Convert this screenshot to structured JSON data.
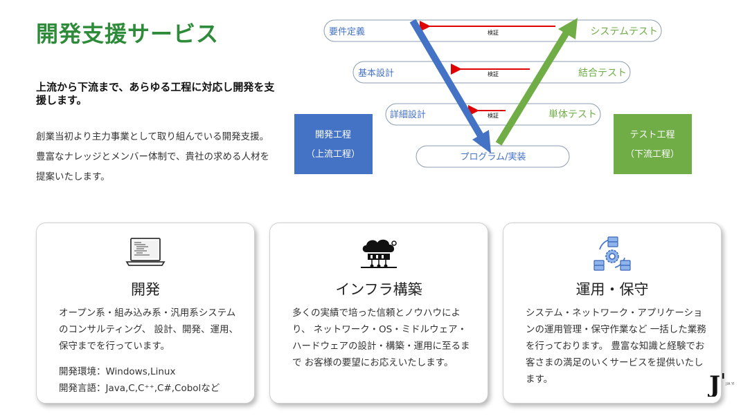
{
  "header": {
    "title": "開発支援サービス",
    "lead": "上流から下流まで、あらゆる工程に対応し開発を支援します。",
    "intro": "創業当初より主力事業として取り組んでいる開発支援。 豊富なナレッジとメンバー体制で、貴社の求める人材を提案いたします。"
  },
  "vmodel": {
    "left_stages": [
      "要件定義",
      "基本設計",
      "詳細設計"
    ],
    "right_stages": [
      "システムテスト",
      "結合テスト",
      "単体テスト"
    ],
    "bottom_stage": "プログラム/実装",
    "verify_label": "検証",
    "left_box": {
      "line1": "開発工程",
      "line2": "（上流工程）",
      "color": "#4472c4"
    },
    "right_box": {
      "line1": "テスト工程",
      "line2": "（下流工程）",
      "color": "#70ad47"
    },
    "down_arrow_color": "#4472c4",
    "up_arrow_color": "#70ad47",
    "verify_arrow_color": "#e00000"
  },
  "cards": [
    {
      "icon": "laptop-icon",
      "title": "開発",
      "text": "オープン系・組み込み系・汎用系システムのコンサルティング、 設計、開発、運用、保守までを行っています。",
      "env_line1": "開発環境：Windows,Linux",
      "env_line2": "開発言語：Java,C,C⁺⁺,C#,Cobolなど"
    },
    {
      "icon": "cloud-network-icon",
      "title": "インフラ構築",
      "text": "多くの実績で培った信頼とノウハウにより、 ネットワーク・OS・ミドルウェア・ハードウェアの設計・構築・運用に至るまで お客様の要望にお応えいたします。"
    },
    {
      "icon": "server-gear-icon",
      "title": "運用・保守",
      "text": "システム・ネットワーク・アプリケーションの運用管理・保守作業など 一括した業務を行っております。 豊富な知識と経験でお客さまの満足のいくサービスを提供いたします。"
    }
  ],
  "logo": {
    "mark": "J",
    "text": "JIA YI"
  }
}
